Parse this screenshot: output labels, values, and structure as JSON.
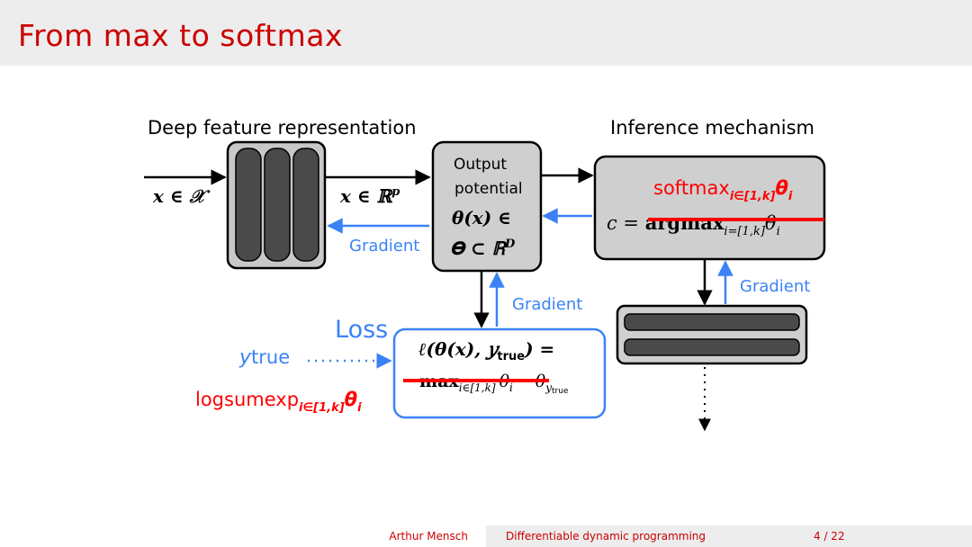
{
  "slide": {
    "title": "From max to softmax"
  },
  "diagram": {
    "heading_left": "Deep feature representation",
    "heading_right": "Inference mechanism",
    "input_var": "𝒙 ∈ 𝒳",
    "feature_var": "𝒙 ∈ ℝ",
    "feature_sup": "p",
    "output_box": {
      "line1": "Output",
      "line2": "potential",
      "line3": "𝜽(𝒙) ∈",
      "line4": "𝚯 ⊂ ℝ",
      "line4_sup": "D"
    },
    "inference_box": {
      "softmax_main": "softmax",
      "softmax_sub": "i∈[1,k]",
      "softmax_theta": "θ",
      "softmax_theta_sub": "i",
      "argmax_lhs": "c = ",
      "argmax_main": "argmax",
      "argmax_sub": "i=[1,k]",
      "argmax_theta": "θ",
      "argmax_theta_sub": "i"
    },
    "loss_title": "Loss",
    "loss_box": {
      "line1": "ℓ(𝜽(𝒙), 𝑦",
      "line1_sub": "true",
      "line1_end": ") =",
      "max_main": "max",
      "max_sub": "i∈[1,k]",
      "max_theta": "θ",
      "max_theta_sub": "i",
      "minus": "−",
      "theta_y": "θ",
      "theta_y_sub": "y",
      "theta_y_subsub": "true"
    },
    "ytrue_main": "y",
    "ytrue_sub": "true",
    "logsumexp_main": "logsumexp",
    "logsumexp_sub": "i∈[1,k]",
    "logsumexp_theta": "θ",
    "logsumexp_theta_sub": "i",
    "gradient_labels": [
      "Gradient",
      "Gradient",
      "Gradient"
    ],
    "colors": {
      "red": "#ff0000",
      "blue": "#3b82f6",
      "box_fill": "#cfcfcf",
      "dark_layer": "#4a4a4a"
    }
  },
  "footer": {
    "author": "Arthur Mensch",
    "talk": "Differentiable dynamic programming",
    "page": "4 / 22"
  }
}
